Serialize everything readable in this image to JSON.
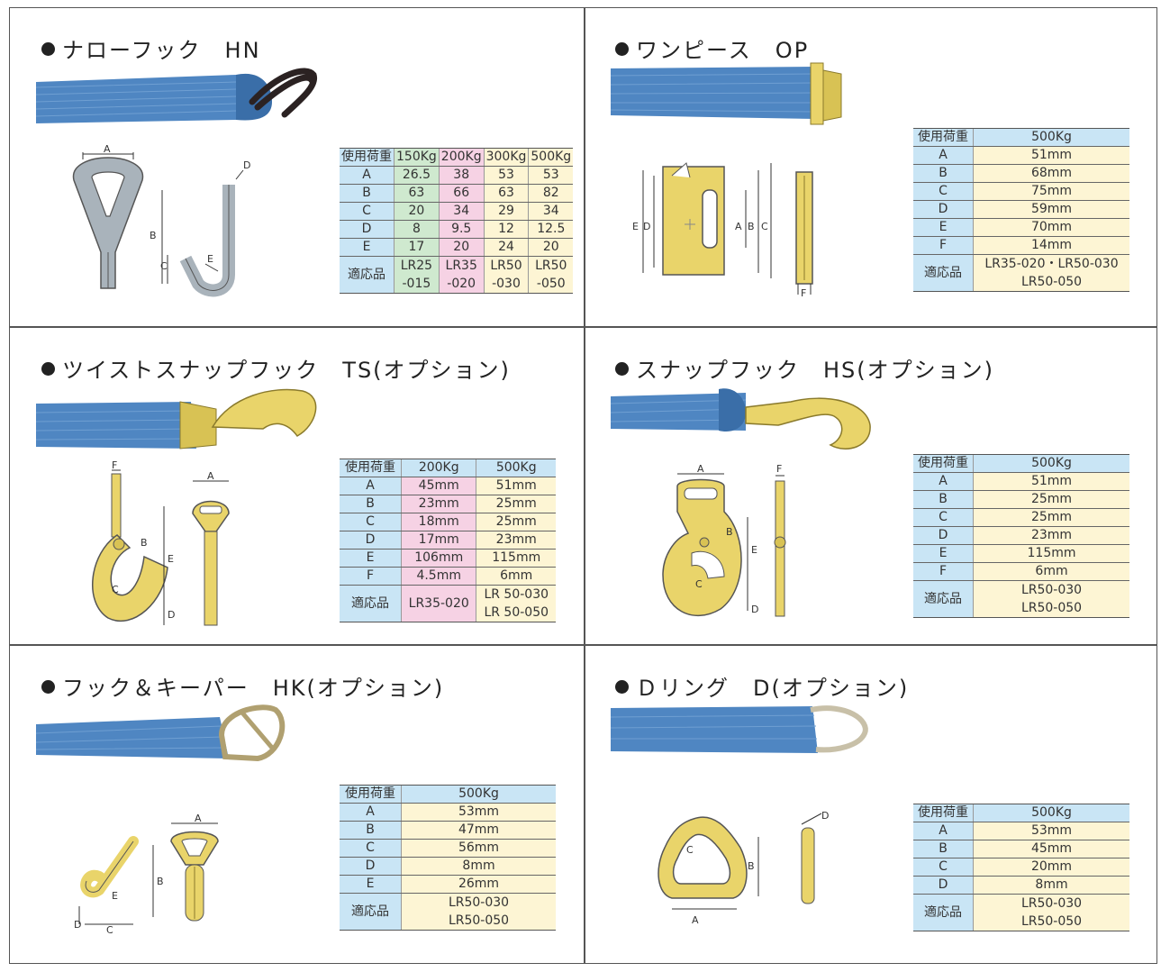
{
  "sections": {
    "hn": {
      "title": "ナローフック　HN",
      "header": [
        "使用荷重",
        "150Kg",
        "200Kg",
        "300Kg",
        "500Kg"
      ],
      "rows": [
        [
          "A",
          "26.5",
          "38",
          "53",
          "53"
        ],
        [
          "B",
          "63",
          "66",
          "63",
          "82"
        ],
        [
          "C",
          "20",
          "34",
          "29",
          "34"
        ],
        [
          "D",
          "8",
          "9.5",
          "12",
          "12.5"
        ],
        [
          "E",
          "17",
          "20",
          "24",
          "20"
        ]
      ],
      "fit_label": "適応品",
      "fit": [
        [
          "LR25",
          "-015"
        ],
        [
          "LR35",
          "-020"
        ],
        [
          "LR50",
          "-030"
        ],
        [
          "LR50",
          "-050"
        ]
      ]
    },
    "op": {
      "title": "ワンピース　OP",
      "header": [
        "使用荷重",
        "500Kg"
      ],
      "rows": [
        [
          "A",
          "51mm"
        ],
        [
          "B",
          "68mm"
        ],
        [
          "C",
          "75mm"
        ],
        [
          "D",
          "59mm"
        ],
        [
          "E",
          "70mm"
        ],
        [
          "F",
          "14mm"
        ]
      ],
      "fit_label": "適応品",
      "fit": [
        "LR35-020・LR50-030",
        "LR50-050"
      ]
    },
    "ts": {
      "title": "ツイストスナップフック　TS(オプション)",
      "header": [
        "使用荷重",
        "200Kg",
        "500Kg"
      ],
      "rows": [
        [
          "A",
          "45mm",
          "51mm"
        ],
        [
          "B",
          "23mm",
          "25mm"
        ],
        [
          "C",
          "18mm",
          "25mm"
        ],
        [
          "D",
          "17mm",
          "23mm"
        ],
        [
          "E",
          "106mm",
          "115mm"
        ],
        [
          "F",
          "4.5mm",
          "6mm"
        ]
      ],
      "fit_label": "適応品",
      "fit_200": "LR35-020",
      "fit_500": [
        "LR 50-030",
        "LR 50-050"
      ]
    },
    "hs": {
      "title": "スナップフック　HS(オプション)",
      "header": [
        "使用荷重",
        "500Kg"
      ],
      "rows": [
        [
          "A",
          "51mm"
        ],
        [
          "B",
          "25mm"
        ],
        [
          "C",
          "25mm"
        ],
        [
          "D",
          "23mm"
        ],
        [
          "E",
          "115mm"
        ],
        [
          "F",
          "6mm"
        ]
      ],
      "fit_label": "適応品",
      "fit": [
        "LR50-030",
        "LR50-050"
      ]
    },
    "hk": {
      "title": "フック＆キーパー　HK(オプション)",
      "header": [
        "使用荷重",
        "500Kg"
      ],
      "rows": [
        [
          "A",
          "53mm"
        ],
        [
          "B",
          "47mm"
        ],
        [
          "C",
          "56mm"
        ],
        [
          "D",
          "8mm"
        ],
        [
          "E",
          "26mm"
        ]
      ],
      "fit_label": "適応品",
      "fit": [
        "LR50-030",
        "LR50-050"
      ]
    },
    "d": {
      "title": "Ｄリング　D(オプション)",
      "header": [
        "使用荷重",
        "500Kg"
      ],
      "rows": [
        [
          "A",
          "53mm"
        ],
        [
          "B",
          "45mm"
        ],
        [
          "C",
          "20mm"
        ],
        [
          "D",
          "8mm"
        ]
      ],
      "fit_label": "適応品",
      "fit": [
        "LR50-030",
        "LR50-050"
      ]
    }
  },
  "dim_letters": {
    "a": "A",
    "b": "B",
    "c": "C",
    "d": "D",
    "e": "E",
    "f": "F"
  },
  "colors": {
    "strap": "#4f86c2",
    "strap_dark": "#3a6ea8",
    "metal_yellow": "#e9d46a",
    "metal_gray": "#a9b3bb",
    "header_blue": "#c9e5f5",
    "cell_yellow": "#fdf5d4",
    "cell_pink": "#f6d2e4",
    "cell_green": "#cfe9cf"
  }
}
